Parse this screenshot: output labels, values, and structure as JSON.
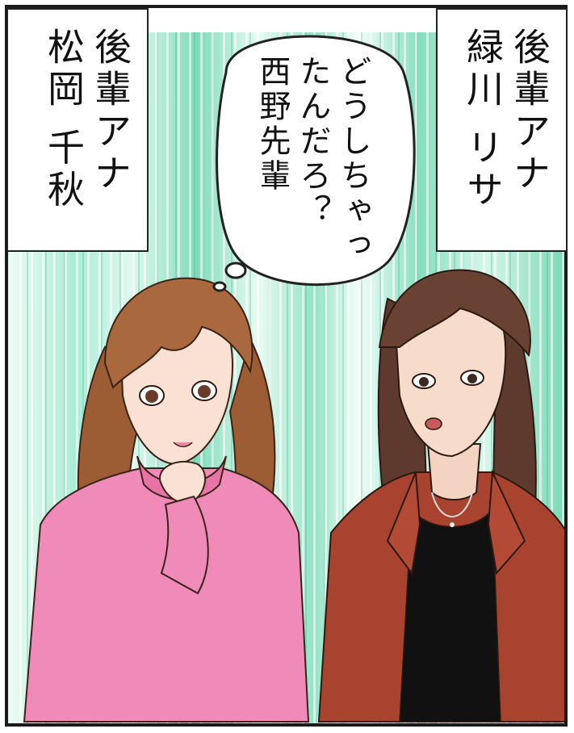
{
  "left_caption": {
    "role": "後輩アナ",
    "name": "松岡 千秋"
  },
  "right_caption": {
    "role": "後輩アナ",
    "name": "緑川 リサ"
  },
  "speech_bubble": {
    "lines": [
      "どうしちゃっ",
      "たんだろ？",
      "西野先輩"
    ]
  },
  "colors": {
    "background_accent": "#7fdcbb",
    "left_outfit": "#f08ab8",
    "right_outfit": "#a8432f",
    "hair_light": "#a7683e",
    "hair_dark": "#5e3a2e"
  }
}
